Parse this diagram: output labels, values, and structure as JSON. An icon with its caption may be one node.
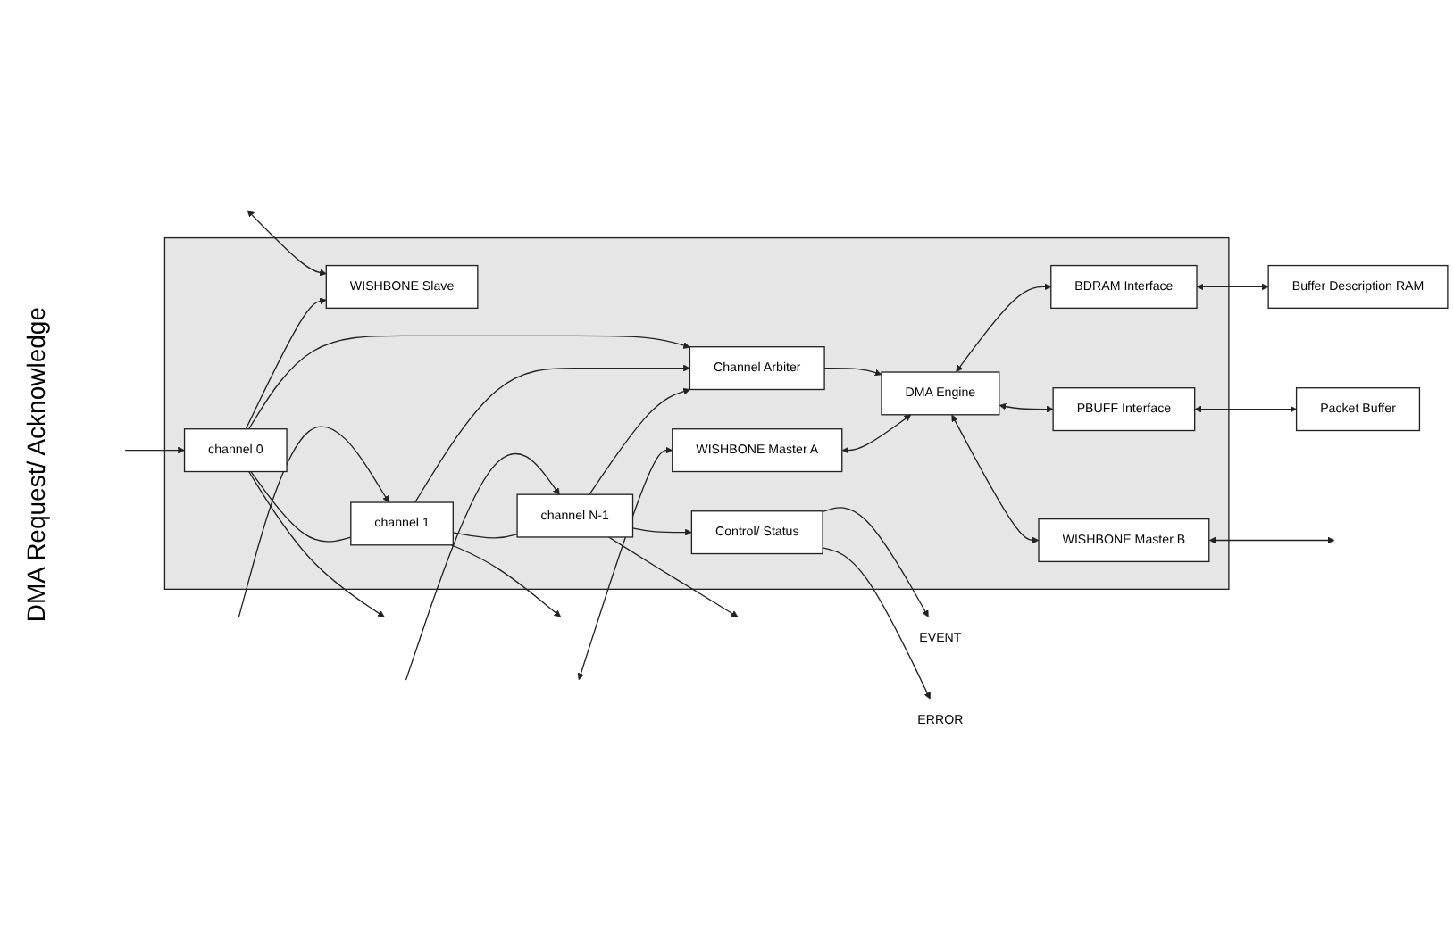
{
  "diagram": {
    "nodes": [
      {
        "text": [],
        "shape": "box"
      },
      {
        "text": [
          "WISHBONE Slave"
        ],
        "in": 0
      },
      {
        "text": [
          "WISHBONE Master A"
        ],
        "in": 0
      },
      {
        "text": [
          "channel 0"
        ],
        "in": 0
      },
      {
        "text": [
          "channel 1"
        ],
        "in": 0
      },
      {
        "text": [
          "channel N-1"
        ],
        "in": 0
      },
      {
        "text": [
          "Channel Arbiter"
        ],
        "in": 0
      },
      {
        "text": [
          "DMA Engine"
        ],
        "in": 0
      },
      {
        "text": [
          "BDRAM Interface"
        ],
        "in": 0
      },
      {
        "text": [
          "PBUFF Interface"
        ],
        "in": 0
      },
      {
        "text": [
          "Control/ Status"
        ],
        "in": 0
      },
      {
        "text": [
          "WISHBONE Master B"
        ],
        "in": 0
      },
      {
        "text": [
          "Buffer Description RAM"
        ]
      },
      {
        "text": [
          "Packet Buffer"
        ]
      },
      {
        "text": [
          "EVENT"
        ]
      },
      {
        "text": [
          "ERROR"
        ]
      }
    ],
    "edges": [
      {
        "from": null,
        "to": 1,
        "arrow": "both"
      },
      {
        "from": null,
        "to": 2,
        "arrow": "both"
      },
      {
        "from": null,
        "to": 3,
        "arrow": "to"
      },
      {
        "from": 3,
        "to": null,
        "arrow": "to"
      },
      {
        "from": null,
        "to": 4,
        "arrow": "to"
      },
      {
        "from": 4,
        "to": null,
        "arrow": "to"
      },
      {
        "from": null,
        "to": 5,
        "arrow": "to"
      },
      {
        "from": 5,
        "to": null,
        "arrow": "to"
      },
      {
        "from": 3,
        "to": 1,
        "arrow": "to"
      },
      {
        "from": 3,
        "to": 4,
        "arrow": "none"
      },
      {
        "from": 4,
        "to": 5,
        "arrow": "none"
      },
      {
        "from": 5,
        "to": 10,
        "arrow": "to"
      },
      {
        "from": 3,
        "to": 6,
        "arrow": "to"
      },
      {
        "from": 4,
        "to": 6,
        "arrow": "to"
      },
      {
        "from": 5,
        "to": 6,
        "arrow": "to"
      },
      {
        "from": 6,
        "to": 7,
        "arrow": "to"
      },
      {
        "from": 2,
        "to": 7,
        "arrow": "both"
      },
      {
        "from": 7,
        "to": 8,
        "arrow": "both"
      },
      {
        "from": 7,
        "to": 9,
        "arrow": "both"
      },
      {
        "from": 8,
        "to": 12,
        "arrow": "both"
      },
      {
        "from": 9,
        "to": 13,
        "arrow": "both"
      },
      {
        "from": 7,
        "to": 11,
        "arrow": "both"
      },
      {
        "from": 11,
        "to": null,
        "arrow": "both"
      },
      {
        "from": 10,
        "to": 14,
        "arrow": "to"
      },
      {
        "from": 10,
        "to": 15,
        "arrow": "to"
      }
    ],
    "labels": [
      "DMA Request/ Acknowledge"
    ]
  }
}
